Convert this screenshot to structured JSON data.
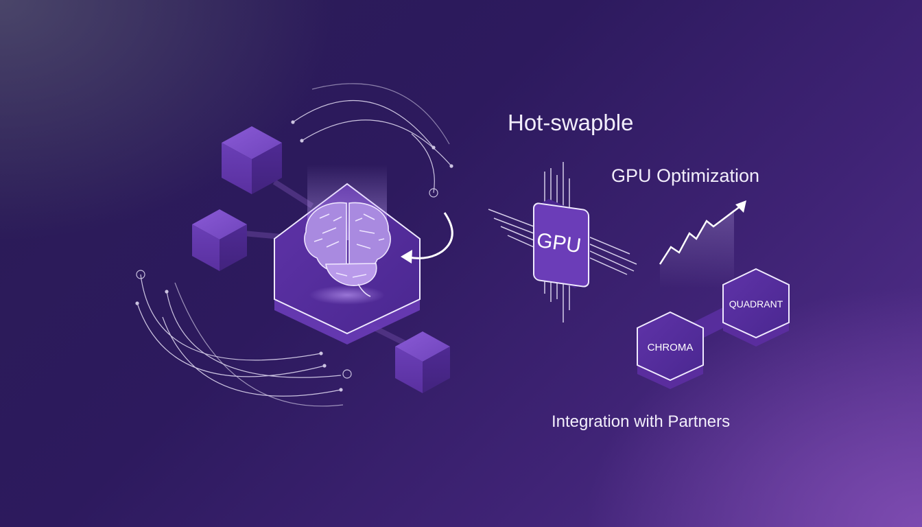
{
  "labels": {
    "hot_swappable": "Hot-swapble",
    "gpu_optimization": "GPU Optimization",
    "integration": "Integration with Partners"
  },
  "chip": {
    "text": "GPU"
  },
  "partners": [
    {
      "name": "CHROMA"
    },
    {
      "name": "QUADRANT"
    }
  ],
  "icons": {
    "center": "brain-icon",
    "swap": "curved-arrow-icon",
    "growth": "trend-up-arrow-icon"
  },
  "colors": {
    "background_dark": "#2a1c55",
    "background_light": "#7d4bb0",
    "cube": "#7a4bc4",
    "hex_fill": "#5a2fa0",
    "line": "#e8e2f8"
  }
}
